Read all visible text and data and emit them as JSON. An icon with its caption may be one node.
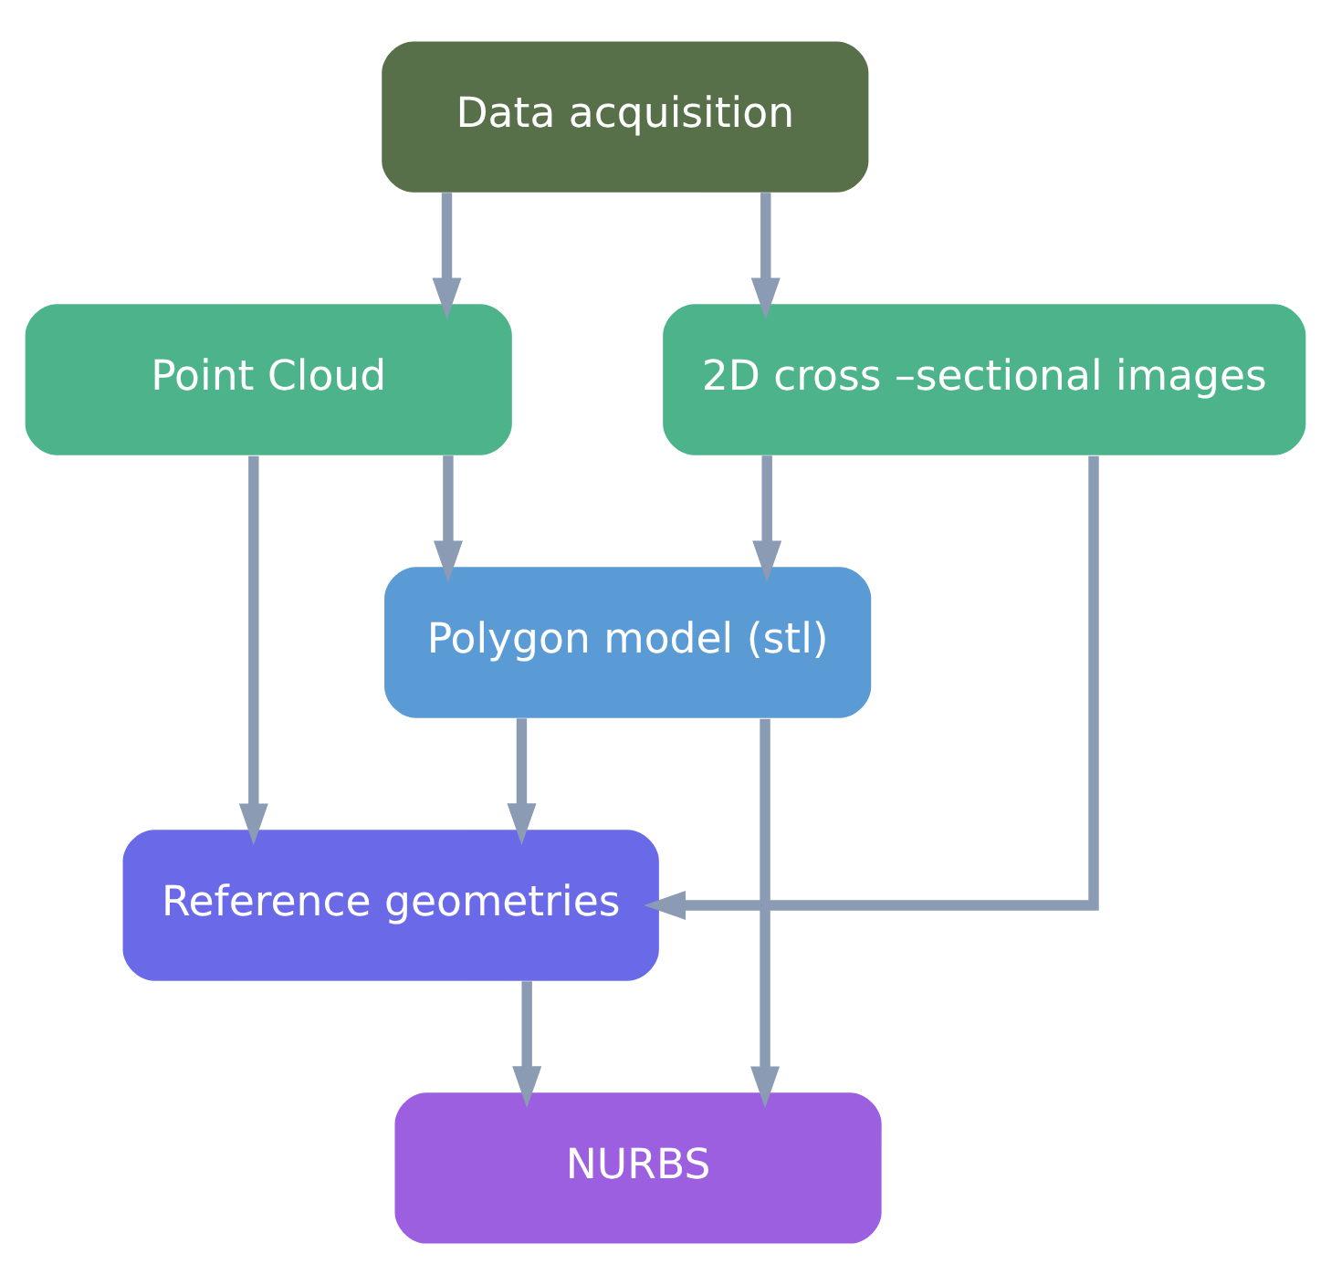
{
  "diagram": {
    "nodes": [
      {
        "text": [
          "Data acquisition"
        ]
      },
      {
        "text": [
          "Point Cloud"
        ]
      },
      {
        "text": [
          "2D cross –sectional images"
        ]
      },
      {
        "text": [
          "Polygon model (stl)"
        ]
      },
      {
        "text": [
          "Reference geometries"
        ]
      },
      {
        "text": [
          "NURBS"
        ]
      }
    ],
    "edges": [
      {
        "from": 0,
        "to": 1,
        "arrow": "to"
      },
      {
        "from": 0,
        "to": 2,
        "arrow": "to"
      },
      {
        "from": 1,
        "to": 3,
        "arrow": "to"
      },
      {
        "from": 2,
        "to": 3,
        "arrow": "to"
      },
      {
        "from": 1,
        "to": 4,
        "arrow": "to"
      },
      {
        "from": 2,
        "to": 4,
        "arrow": "to"
      },
      {
        "from": 3,
        "to": 4,
        "arrow": "to"
      },
      {
        "from": 3,
        "to": 5,
        "arrow": "to"
      },
      {
        "from": 4,
        "to": 5,
        "arrow": "to"
      }
    ]
  }
}
